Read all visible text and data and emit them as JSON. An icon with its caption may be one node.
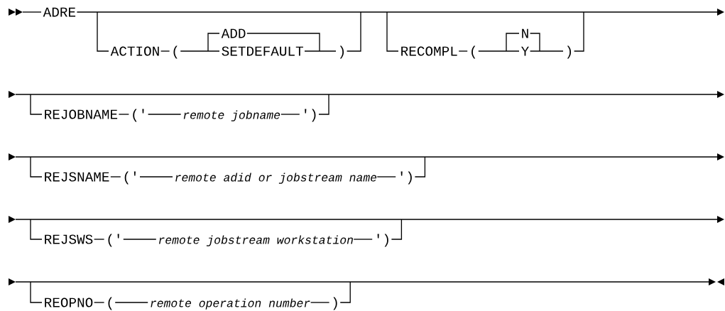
{
  "diagram": {
    "labels": [
      "ADRE",
      "ADD",
      "N",
      "ACTION",
      "(",
      "SETDEFAULT",
      ")",
      "RECOMPL",
      "(",
      "Y",
      ")",
      "REJOBNAME",
      "('",
      "remote jobname",
      "')",
      "REJSNAME",
      "('",
      "remote adid or jobstream name",
      "')",
      "REJSWS",
      "('",
      "remote jobstream workstation",
      "')",
      "REOPNO",
      "(",
      "remote operation number",
      ")"
    ]
  }
}
